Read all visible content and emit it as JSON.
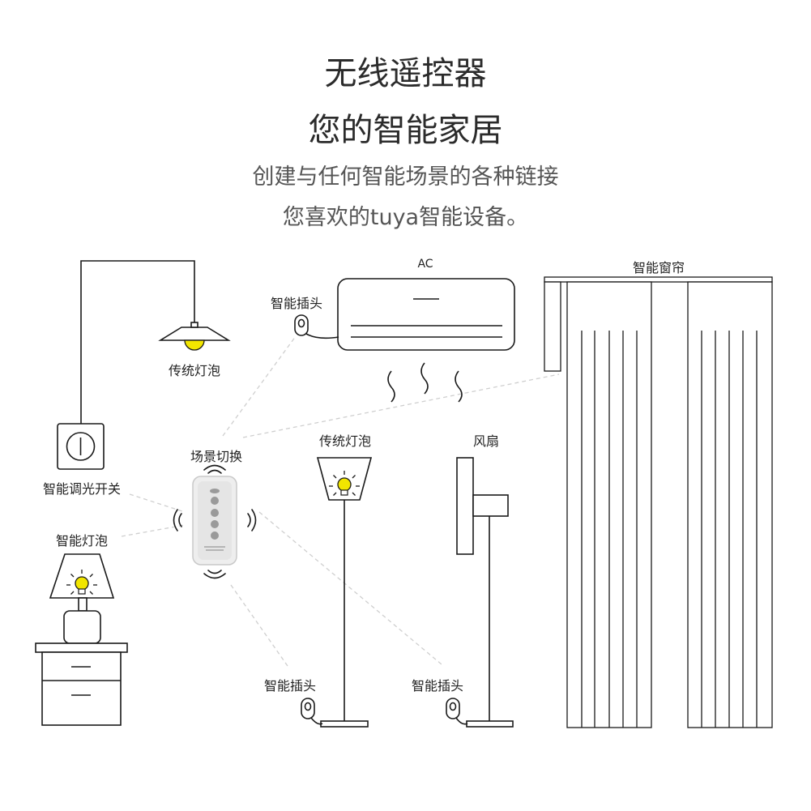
{
  "header": {
    "title_line1": "无线遥控器",
    "title_line2": "您的智能家居",
    "subtitle_line1": "创建与任何智能场景的各种链接",
    "subtitle_line2": "您喜欢的tuya智能设备。"
  },
  "labels": {
    "ac": "AC",
    "smart_curtain": "智能窗帘",
    "smart_plug_top": "智能插头",
    "traditional_bulb_ceiling": "传统灯泡",
    "scene_switch": "场景切换",
    "traditional_bulb_floor": "传统灯泡",
    "fan": "风扇",
    "smart_dimmer_switch": "智能调光开关",
    "smart_bulb": "智能灯泡",
    "smart_plug_bottom_left": "智能插头",
    "smart_plug_bottom_right": "智能插头"
  },
  "colors": {
    "bulb_yellow": "#f2e600",
    "line": "#1a1a1a",
    "dashed": "#cfcfcf",
    "remote_body": "#e8e8e8",
    "remote_button": "#9a9a9a"
  }
}
